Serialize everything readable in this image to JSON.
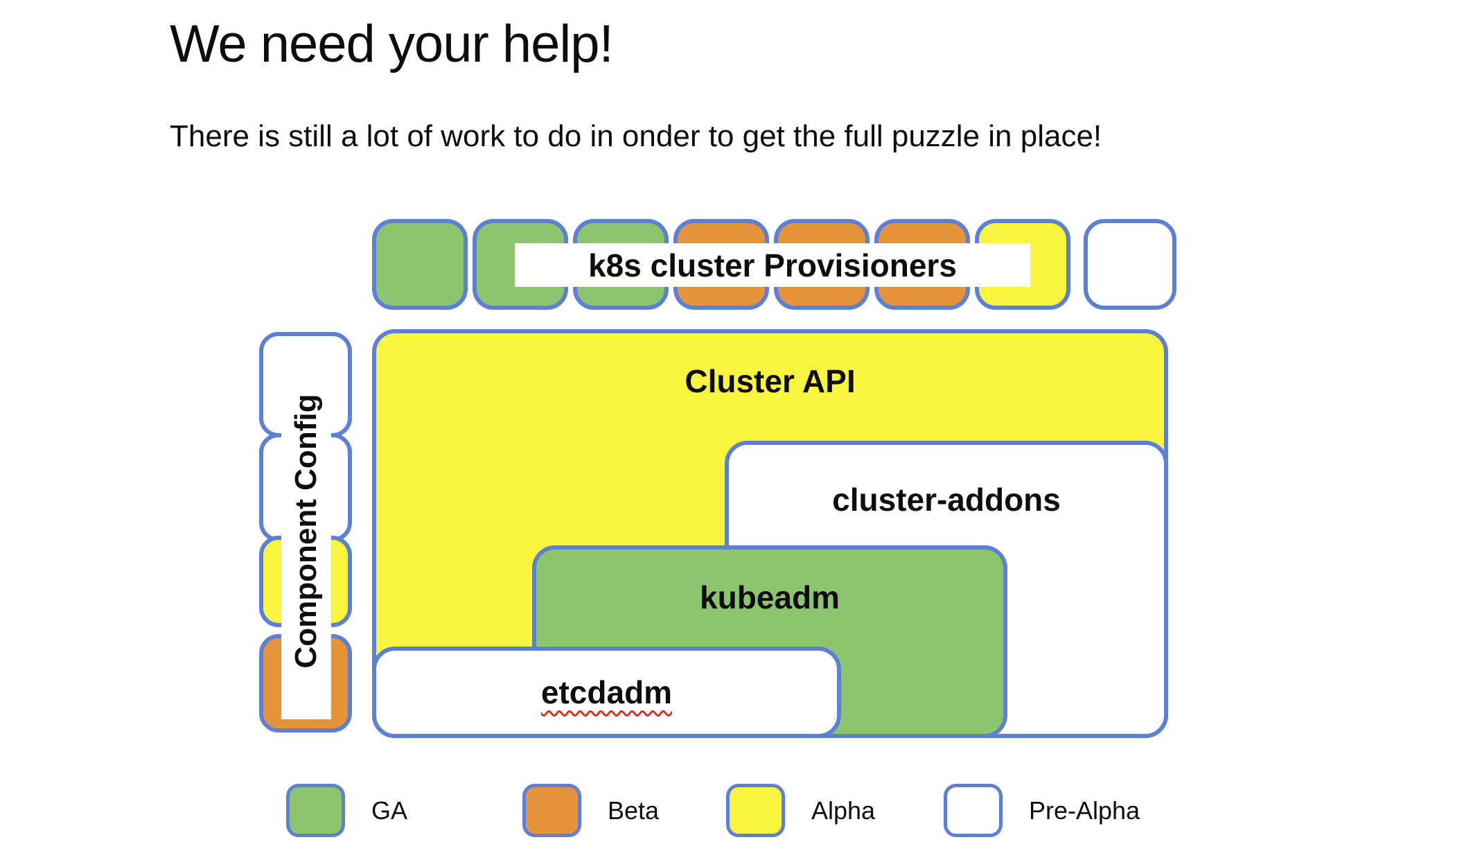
{
  "slide": {
    "title": "We need your help!",
    "subtitle": "There is still a lot of work to do in onder to get the full puzzle in place!"
  },
  "status_colors": {
    "ga": "#8EC46D",
    "beta": "#E6943B",
    "alpha": "#F9F53F",
    "pre_alpha": "#FFFFFF",
    "border": "#5B80D6"
  },
  "diagram": {
    "provisioners": {
      "label": "k8s cluster Provisioners",
      "pieces": [
        {
          "status": "GA",
          "color": "#8EC46D"
        },
        {
          "status": "GA",
          "color": "#8EC46D"
        },
        {
          "status": "GA",
          "color": "#8EC46D"
        },
        {
          "status": "Beta",
          "color": "#E6943B"
        },
        {
          "status": "Beta",
          "color": "#E6943B"
        },
        {
          "status": "Beta",
          "color": "#E6943B"
        },
        {
          "status": "Alpha",
          "color": "#F9F53F"
        },
        {
          "status": "Pre-Alpha",
          "color": "#FFFFFF"
        }
      ]
    },
    "component_config": {
      "label": "Component Config",
      "segments": [
        {
          "status": "Pre-Alpha",
          "color": "#FFFFFF"
        },
        {
          "status": "Pre-Alpha",
          "color": "#FFFFFF"
        },
        {
          "status": "Alpha",
          "color": "#F9F53F"
        },
        {
          "status": "Beta",
          "color": "#E6943B"
        }
      ]
    },
    "boxes": [
      {
        "label": "Cluster API",
        "status": "Alpha",
        "color": "#F9F53F"
      },
      {
        "label": "cluster-addons",
        "status": "Pre-Alpha",
        "color": "#FFFFFF"
      },
      {
        "label": "kubeadm",
        "status": "GA",
        "color": "#8EC46D"
      },
      {
        "label": "etcdadm",
        "status": "Pre-Alpha",
        "color": "#FFFFFF"
      }
    ]
  },
  "legend": {
    "items": [
      {
        "label": "GA",
        "color": "#8EC46D"
      },
      {
        "label": "Beta",
        "color": "#E6943B"
      },
      {
        "label": "Alpha",
        "color": "#F9F53F"
      },
      {
        "label": "Pre-Alpha",
        "color": "#FFFFFF"
      }
    ]
  }
}
